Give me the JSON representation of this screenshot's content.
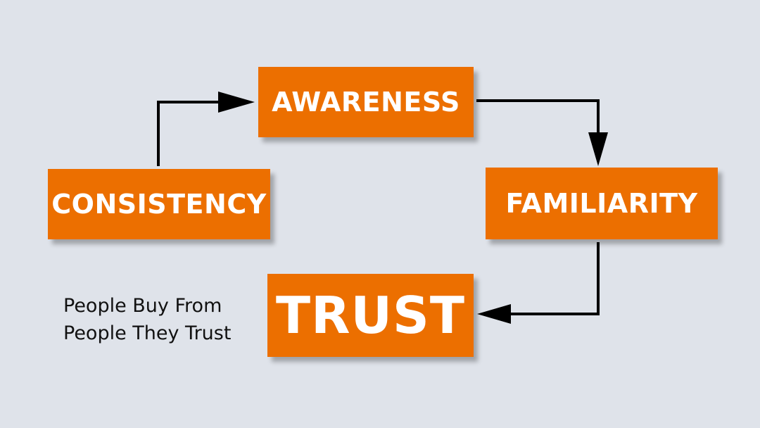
{
  "nodes": {
    "awareness": "AWARENESS",
    "familiarity": "FAMILIARITY",
    "consistency": "CONSISTENCY",
    "trust": "TRUST"
  },
  "caption": {
    "line1": "People Buy From",
    "line2": "People They Trust"
  },
  "colors": {
    "box": "#ec6f00",
    "box_text": "#ffffff",
    "background": "#dfe3ea",
    "arrow": "#000000"
  },
  "edges": [
    {
      "from": "consistency",
      "to": "awareness"
    },
    {
      "from": "awareness",
      "to": "familiarity"
    },
    {
      "from": "familiarity",
      "to": "trust"
    }
  ]
}
